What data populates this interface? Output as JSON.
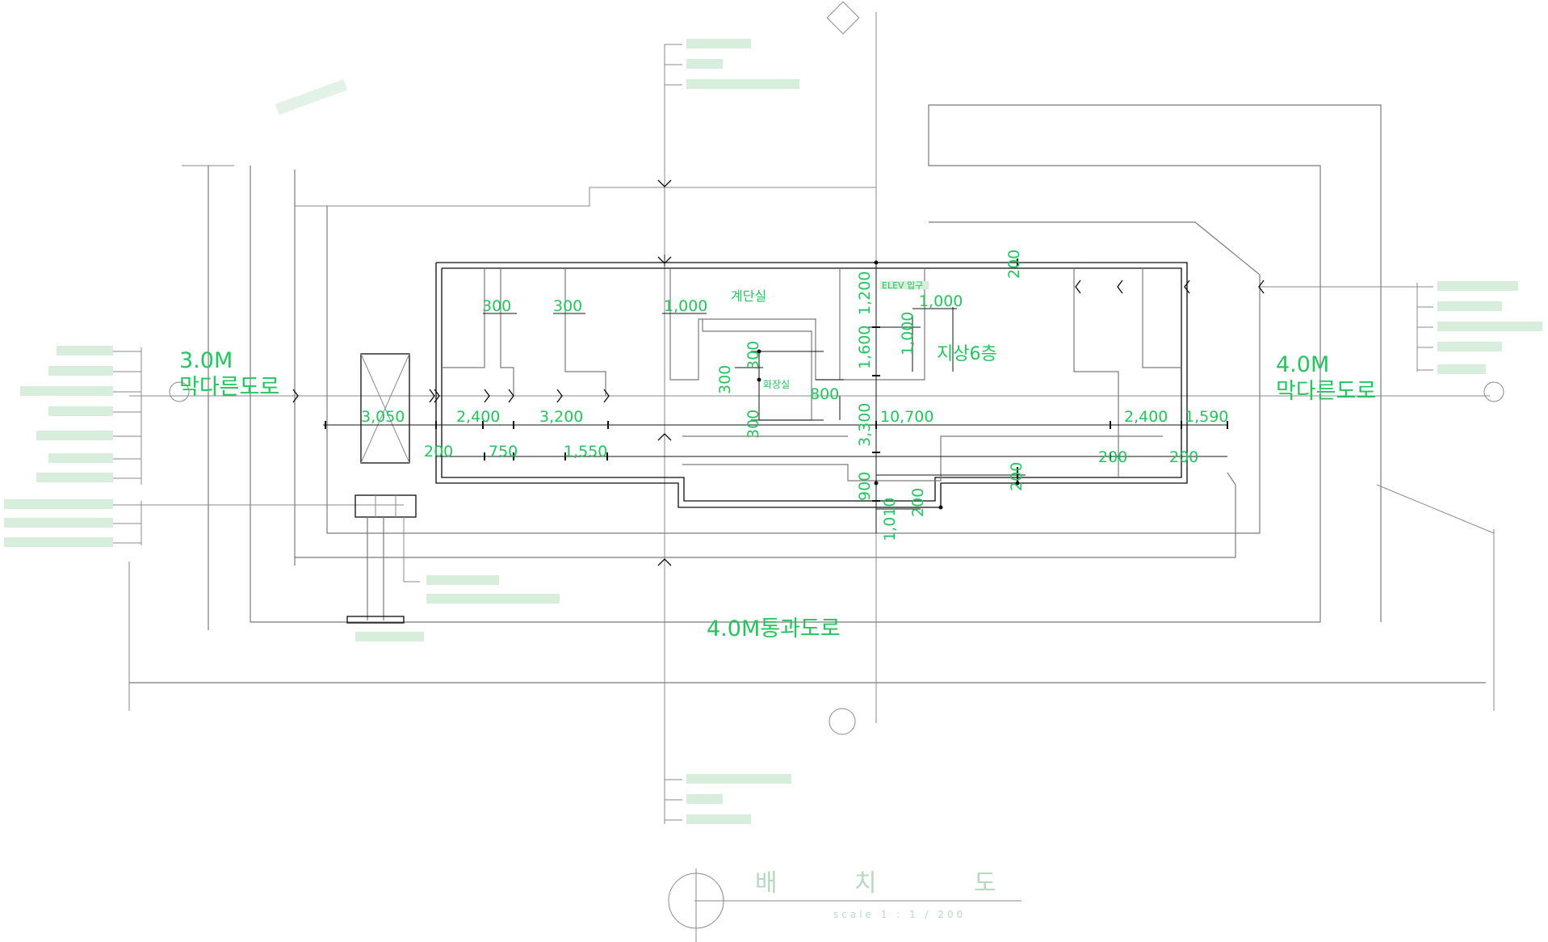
{
  "drawing": {
    "roads": {
      "left_top": "3.0M",
      "left_bottom": "막다른도로",
      "right_top": "4.0M",
      "right_bottom": "막다른도로",
      "bottom": "4.0M통과도로"
    },
    "rooms": {
      "stair": "계단실",
      "elevator": "ELEV 입구",
      "mech": "화장실",
      "floor": "지상6층"
    },
    "dims_top": [
      "300",
      "300",
      "1,000",
      "1,000",
      "200"
    ],
    "dims_mid": [
      "3,050",
      "2,400",
      "3,200",
      "10,700",
      "2,400",
      "1,590"
    ],
    "dims_low": [
      "200",
      "750",
      "1,550",
      "200",
      "200",
      "200",
      "200"
    ],
    "dims_vert": [
      "1,200",
      "1,600",
      "3,300",
      "900",
      "1,010",
      "300",
      "300",
      "300",
      "1,000",
      "800"
    ],
    "title": {
      "chars": [
        "배",
        "치",
        "도"
      ],
      "scale": "scale  1 : 1  / 200"
    }
  }
}
